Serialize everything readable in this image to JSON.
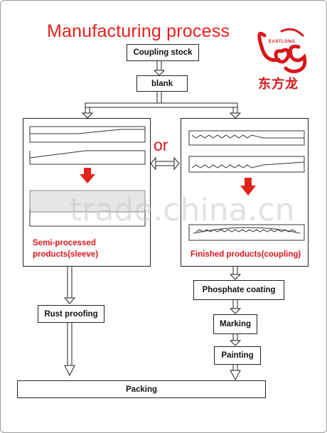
{
  "title": "Manufacturing process",
  "logo": {
    "brand_small": "EASTLONG",
    "brand_cn": "东方龙"
  },
  "boxes": {
    "coupling_stock": "Coupling stock",
    "blank": "blank",
    "rust_proofing": "Rust proofing",
    "phosphate": "Phosphate coating",
    "marking": "Marking",
    "painting": "Painting",
    "packing": "Packing"
  },
  "or_label": "or",
  "left_panel": {
    "line1": "Semi-processed",
    "line2": "products(sleeve)"
  },
  "right_panel": {
    "label": "Finished products(coupling)"
  },
  "watermark": "trade.china.cn",
  "colors": {
    "title": "#e8201e",
    "accent": "#d8161a",
    "line": "#222222"
  }
}
